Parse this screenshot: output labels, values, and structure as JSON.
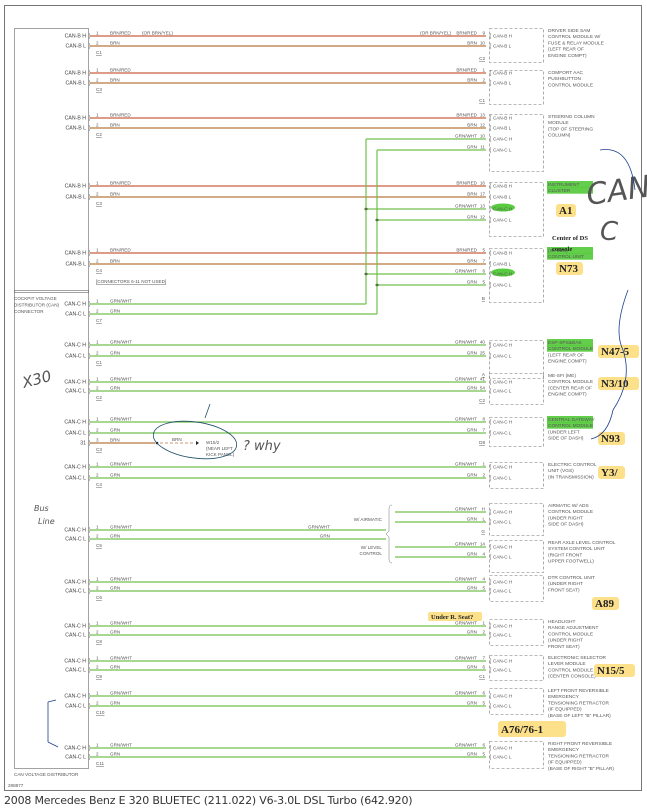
{
  "colors": {
    "brn_red": "#c9603f",
    "brn": "#b9773e",
    "grn": "#72c04c",
    "highlight_green": "#3cc21e",
    "callout_yellow": "#fde08a",
    "ink_blue": "#1d3f8f",
    "ink_red": "#d4242a",
    "ink_teal": "#1f4f6a"
  },
  "cockpit_distributor": {
    "label_lines": [
      "COCKPIT VOLTAGE",
      "DISTRIBUTOR (CAN)",
      "CONNECTOR"
    ],
    "note": "[CONNECTORS 6-11 NOT USED]"
  },
  "can_distributor": {
    "label": "CAN VOLTAGE DISTRIBUTOR"
  },
  "rows": [
    {
      "conn": "C1",
      "right_conn": "C2",
      "wires": [
        {
          "signal": "CAN-B H",
          "pin": "1",
          "code": "BRN/RED",
          "note": "(OR BRN/YEL)",
          "rnote": "(OR BRN/YEL)",
          "rcode": "BRN/RED",
          "rpin": "9",
          "rsignal": "CAN-B H",
          "kind": "brn_red"
        },
        {
          "signal": "CAN-B L",
          "pin": "2",
          "code": "BRN",
          "rcode": "BRN",
          "rpin": "10",
          "rsignal": "CAN-B L",
          "kind": "brn"
        }
      ],
      "module": [
        "DRIVER SIDE SAM",
        "CONTROL MODULE W/",
        "FUSE & RELAY MODULE",
        "(LEFT REAR OF",
        "ENGINE COMPT)"
      ]
    },
    {
      "conn": "C3",
      "right_conn": "C1",
      "wires": [
        {
          "signal": "CAN-B H",
          "pin": "1",
          "code": "BRN/RED",
          "rcode": "BRN/RED",
          "rpin": "1",
          "rsignal": "CAN-B H",
          "kind": "brn_red"
        },
        {
          "signal": "CAN-B L",
          "pin": "2",
          "code": "BRN",
          "rcode": "BRN",
          "rpin": "2",
          "rsignal": "CAN-B L",
          "kind": "brn"
        }
      ],
      "module": [
        "COMFORT AAC",
        "PUSHBUTTON",
        "CONTROL MODULE"
      ]
    },
    {
      "conn": "C2",
      "wires": [
        {
          "signal": "CAN-B H",
          "pin": "1",
          "code": "BRN/RED",
          "rcode": "BRN/RED",
          "rpin": "13",
          "rsignal": "CAN-B H",
          "kind": "brn_red"
        },
        {
          "signal": "CAN-B L",
          "pin": "2",
          "code": "BRN",
          "rcode": "BRN",
          "rpin": "12",
          "rsignal": "CAN-B L",
          "kind": "brn"
        },
        {
          "rcode": "GRN/WHT",
          "rpin": "10",
          "rsignal": "CAN-C H",
          "kind": "grn"
        },
        {
          "rcode": "GRN",
          "rpin": "11",
          "rsignal": "CAN-C L",
          "kind": "grn"
        }
      ],
      "module": [
        "STEERING COLUMN",
        "MODULE",
        "(TOP OF STEERING",
        "COLUMN)"
      ]
    },
    {
      "conn": "C3",
      "wires": [
        {
          "signal": "CAN-B H",
          "pin": "1",
          "code": "BRN/RED",
          "rcode": "BRN/RED",
          "rpin": "16",
          "rsignal": "CAN-B H",
          "kind": "brn_red"
        },
        {
          "signal": "CAN-B L",
          "pin": "2",
          "code": "BRN",
          "rcode": "BRN",
          "rpin": "17",
          "rsignal": "CAN-B L",
          "kind": "brn"
        },
        {
          "rcode": "GRN/WHT",
          "rpin": "13",
          "rsignal": "CAN-C H",
          "kind": "grn"
        },
        {
          "rcode": "GRN",
          "rpin": "12",
          "rsignal": "CAN-C L",
          "kind": "grn"
        }
      ],
      "module": [
        "INSTRUMENT",
        "CLUSTER"
      ],
      "callout": "A1"
    },
    {
      "conn": "C4",
      "right_conn": "B",
      "wires": [
        {
          "signal": "CAN-B H",
          "pin": "1",
          "code": "BRN/RED",
          "rcode": "BRN/RED",
          "rpin": "5",
          "rsignal": "CAN-B H",
          "kind": "brn_red"
        },
        {
          "signal": "CAN-B L",
          "pin": "2",
          "code": "BRN",
          "rcode": "BRN",
          "rpin": "7",
          "rsignal": "CAN-B L",
          "kind": "brn"
        },
        {
          "rcode": "GRN/WHT",
          "rpin": "6",
          "rsignal": "CAN-C H",
          "kind": "grn"
        },
        {
          "rcode": "GRN",
          "rpin": "5",
          "rsignal": "CAN-C L",
          "kind": "grn"
        }
      ],
      "module": [
        "(W/ EZS)",
        "CONTROL UNIT"
      ],
      "callout": "N73",
      "handnote": [
        "Center of DS",
        "console"
      ]
    },
    {
      "conn": "C7",
      "wires": [
        {
          "signal": "CAN-C H",
          "pin": "1",
          "code": "GRN/WHT",
          "kind": "grn"
        },
        {
          "signal": "CAN-C L",
          "pin": "2",
          "code": "GRN",
          "kind": "grn"
        }
      ]
    },
    {
      "conn": "C1",
      "right_conn": "A",
      "wires": [
        {
          "signal": "CAN-C H",
          "pin": "1",
          "code": "GRN/WHT",
          "rcode": "GRN/WHT",
          "rpin": "40",
          "rsignal": "CAN-C H",
          "kind": "grn"
        },
        {
          "signal": "CAN-C L",
          "pin": "2",
          "code": "GRN",
          "rcode": "GRN",
          "rpin": "25",
          "rsignal": "CAN-C L",
          "kind": "grn"
        }
      ],
      "module": [
        "ESP-SPS&BAS",
        "CONTROL MODULE",
        "(LEFT REAR OF",
        "ENGINE COMPT)"
      ],
      "callout": "N47-5"
    },
    {
      "conn": "C2",
      "right_conn": "C2",
      "wires": [
        {
          "signal": "CAN-C H",
          "pin": "1",
          "code": "GRN/WHT",
          "rcode": "GRN/WHT",
          "rpin": "41",
          "rsignal": "CAN-C H",
          "kind": "grn"
        },
        {
          "signal": "CAN-C L",
          "pin": "2",
          "code": "GRN",
          "rcode": "GRN",
          "rpin": "54",
          "rsignal": "CAN-C L",
          "kind": "grn"
        }
      ],
      "module": [
        "ME-SFI (ME)",
        "CONTROL MODULE",
        "(CENTER REAR OF",
        "ENGINE COMPT)"
      ],
      "callout": "N3/10"
    },
    {
      "conn": "C3",
      "right_conn": "D8",
      "wires": [
        {
          "signal": "CAN-C H",
          "pin": "1",
          "code": "GRN/WHT",
          "rcode": "GRN/WHT",
          "rpin": "8",
          "rsignal": "CAN-C H",
          "kind": "grn"
        },
        {
          "signal": "CAN-C L",
          "pin": "2",
          "code": "GRN",
          "rcode": "GRN",
          "rpin": "7",
          "rsignal": "CAN-C L",
          "kind": "grn"
        },
        {
          "signal": "31",
          "pin": "3",
          "code": "BRN",
          "kind": "brn",
          "ground": {
            "code": "BRN",
            "name": "W15/2",
            "loc": [
              "(NEAR LEFT",
              "KICK PANEL)"
            ]
          }
        }
      ],
      "module": [
        "CENTRAL GATEWAY",
        "CONTROL MODULE",
        "(UNDER LEFT",
        "SIDE OF DASH)"
      ],
      "callout": "N93"
    },
    {
      "conn": "C4",
      "wires": [
        {
          "signal": "CAN-C H",
          "pin": "1",
          "code": "GRN/WHT",
          "rcode": "GRN/WHT",
          "rpin": "1",
          "rsignal": "CAN-C H",
          "kind": "grn"
        },
        {
          "signal": "CAN-C L",
          "pin": "2",
          "code": "GRN",
          "rcode": "GRN",
          "rpin": "2",
          "rsignal": "CAN-C L",
          "kind": "grn"
        }
      ],
      "module": [
        "ELECTRIC CONTROL",
        "UNIT (VGS)",
        "(IN TRANSMISSION)"
      ],
      "callout": "Y3/"
    },
    {
      "conn": "C5",
      "split": true,
      "wires": [
        {
          "signal": "CAN-C H",
          "pin": "1",
          "code": "GRN/WHT",
          "mcode": "GRN/WHT",
          "kind": "grn"
        },
        {
          "signal": "CAN-C L",
          "pin": "2",
          "code": "GRN",
          "mcode": "GRN",
          "kind": "grn"
        }
      ],
      "branches": [
        {
          "label": [
            "W/ AIRMATIC"
          ],
          "right_conn": "G",
          "wires": [
            {
              "rcode": "GRN/WHT",
              "rpin": "H",
              "rsignal": "CAN-C H"
            },
            {
              "rcode": "GRN",
              "rpin": "L",
              "rsignal": "CAN-C L"
            }
          ],
          "module": [
            "AIRMATIC W/ ADS",
            "CONTROL MODULE",
            "(UNDER RIGHT",
            "SIDE OF DASH)"
          ]
        },
        {
          "label": [
            "W/ LEVEL",
            "CONTROL"
          ],
          "wires": [
            {
              "rcode": "GRN/WHT",
              "rpin": "14",
              "rsignal": "CAN-C H"
            },
            {
              "rcode": "GRN",
              "rpin": "4",
              "rsignal": "CAN-C L"
            }
          ],
          "module": [
            "REAR AXLE LEVEL CONTROL",
            "SYSTEM CONTROL UNIT",
            "(RIGHT FRONT",
            "UPPER FOOTWELL)"
          ]
        }
      ]
    },
    {
      "conn": "C6",
      "wires": [
        {
          "signal": "CAN-C H",
          "pin": "1",
          "code": "GRN/WHT",
          "rcode": "GRN/WHT",
          "rpin": "4",
          "rsignal": "CAN-C H",
          "kind": "grn"
        },
        {
          "signal": "CAN-C L",
          "pin": "2",
          "code": "GRN",
          "rcode": "GRN",
          "rpin": "5",
          "rsignal": "CAN-C L",
          "kind": "grn"
        }
      ],
      "module": [
        "DTR CONTROL UNIT",
        "(UNDER RIGHT",
        "FRONT SEAT)"
      ],
      "callout": "A89"
    },
    {
      "conn": "C8",
      "wires": [
        {
          "signal": "CAN-C H",
          "pin": "1",
          "code": "GRN/WHT",
          "rcode": "GRN/WHT",
          "rpin": "1",
          "rsignal": "CAN-C H",
          "kind": "grn"
        },
        {
          "signal": "CAN-C L",
          "pin": "2",
          "code": "GRN",
          "rcode": "GRN",
          "rpin": "2",
          "rsignal": "CAN-C L",
          "kind": "grn"
        }
      ],
      "module": [
        "HEADLIGHT",
        "RANGE ADJUSTMENT",
        "CONTROL MODULE",
        "(UNDER RIGHT",
        "FRONT SEAT)"
      ],
      "callout_above": "Under R. Seat?"
    },
    {
      "conn": "C9",
      "right_conn": "C1",
      "wires": [
        {
          "signal": "CAN-C H",
          "pin": "1",
          "code": "GRN/WHT",
          "rcode": "GRN/WHT",
          "rpin": "7",
          "rsignal": "CAN-C H",
          "kind": "grn"
        },
        {
          "signal": "CAN-C L",
          "pin": "2",
          "code": "GRN",
          "rcode": "GRN",
          "rpin": "6",
          "rsignal": "CAN-C L",
          "kind": "grn"
        }
      ],
      "module": [
        "ELECTRONIC SELECTOR",
        "LEVER MODULE",
        "CONTROL MODULE",
        "(CENTER CONSOLE)"
      ],
      "callout": "N15/5"
    },
    {
      "conn": "C10",
      "wires": [
        {
          "signal": "CAN-C H",
          "pin": "1",
          "code": "GRN/WHT",
          "rcode": "GRN/WHT",
          "rpin": "6",
          "rsignal": "CAN-C H",
          "kind": "grn"
        },
        {
          "signal": "CAN-C L",
          "pin": "2",
          "code": "GRN",
          "rcode": "GRN",
          "rpin": "5",
          "rsignal": "CAN-C L",
          "kind": "grn"
        }
      ],
      "module": [
        "LEFT FRONT REVERSIBLE",
        "EMERGENCY",
        "TENSIONING RETRACTOR",
        "(IF EQUIPPED)",
        "(BASE OF LEFT \"B\" PILLAR)"
      ],
      "callout_below": "A76/76-1"
    },
    {
      "conn": "C11",
      "wires": [
        {
          "signal": "CAN-C H",
          "pin": "1",
          "code": "GRN/WHT",
          "rcode": "GRN/WHT",
          "rpin": "6",
          "rsignal": "CAN-C H",
          "kind": "grn"
        },
        {
          "signal": "CAN-C L",
          "pin": "2",
          "code": "GRN",
          "rcode": "GRN",
          "rpin": "5",
          "rsignal": "CAN-C L",
          "kind": "grn"
        }
      ],
      "module": [
        "RIGHT FRONT REVERSIBLE",
        "EMERGENCY",
        "TENSIONING RETRACTOR",
        "(IF EQUIPPED)",
        "(BASE OF RIGHT \"B\" PILLAR)"
      ]
    }
  ],
  "handwritten": {
    "can": "CAN",
    "c": "C",
    "x30": "X30",
    "bus_line": [
      "Bus",
      "Line"
    ],
    "why": "? why"
  },
  "diagram_id": "288877",
  "footer": "2008 Mercedes Benz E 320 BLUETEC (211.022) V6-3.0L DSL Turbo (642.920)"
}
